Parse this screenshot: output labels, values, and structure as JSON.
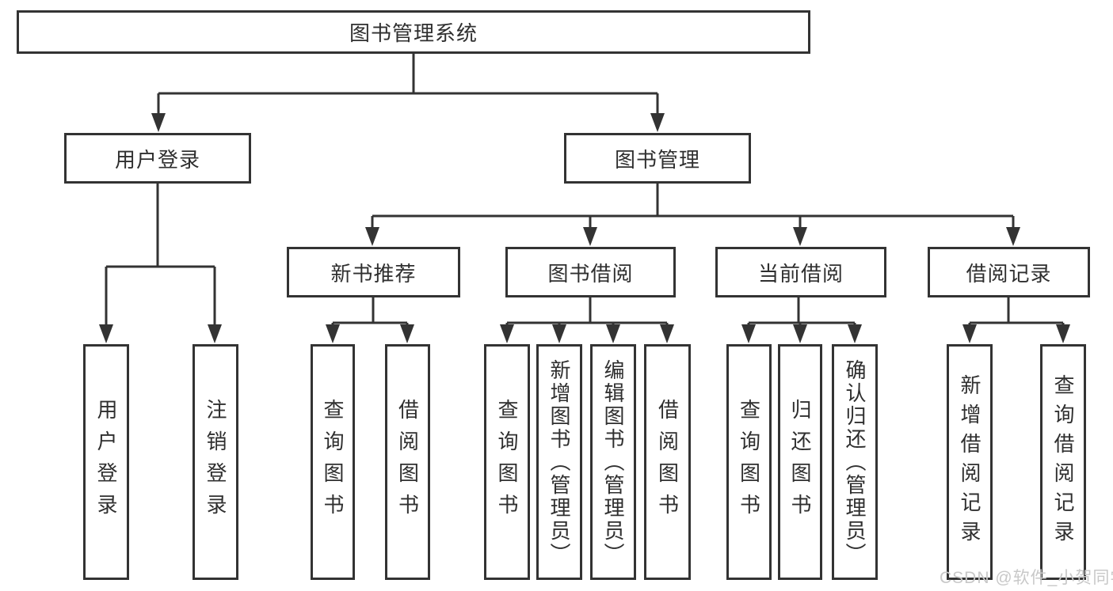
{
  "tree": {
    "root": {
      "label": "图书管理系统"
    },
    "branches": [
      {
        "label": "用户登录",
        "children": [
          {
            "label": "用户登录"
          },
          {
            "label": "注销登录"
          }
        ]
      },
      {
        "label": "图书管理",
        "children": [
          {
            "label": "新书推荐",
            "children": [
              {
                "label": "查询图书"
              },
              {
                "label": "借阅图书"
              }
            ]
          },
          {
            "label": "图书借阅",
            "children": [
              {
                "label": "查询图书"
              },
              {
                "label": "新增图书（管理员）"
              },
              {
                "label": "编辑图书（管理员）"
              },
              {
                "label": "借阅图书"
              }
            ]
          },
          {
            "label": "当前借阅",
            "children": [
              {
                "label": "查询图书"
              },
              {
                "label": "归还图书"
              },
              {
                "label": "确认归还（管理员）"
              }
            ]
          },
          {
            "label": "借阅记录",
            "children": [
              {
                "label": "新增借阅记录"
              },
              {
                "label": "查询借阅记录"
              }
            ]
          }
        ]
      }
    ]
  },
  "watermark": {
    "text": "CSDN @软件_小贺同学",
    "color": "#c8c8c8"
  },
  "colors": {
    "line": "#333333",
    "border": "#333333",
    "text": "#2f2f2f",
    "background": "#ffffff"
  }
}
